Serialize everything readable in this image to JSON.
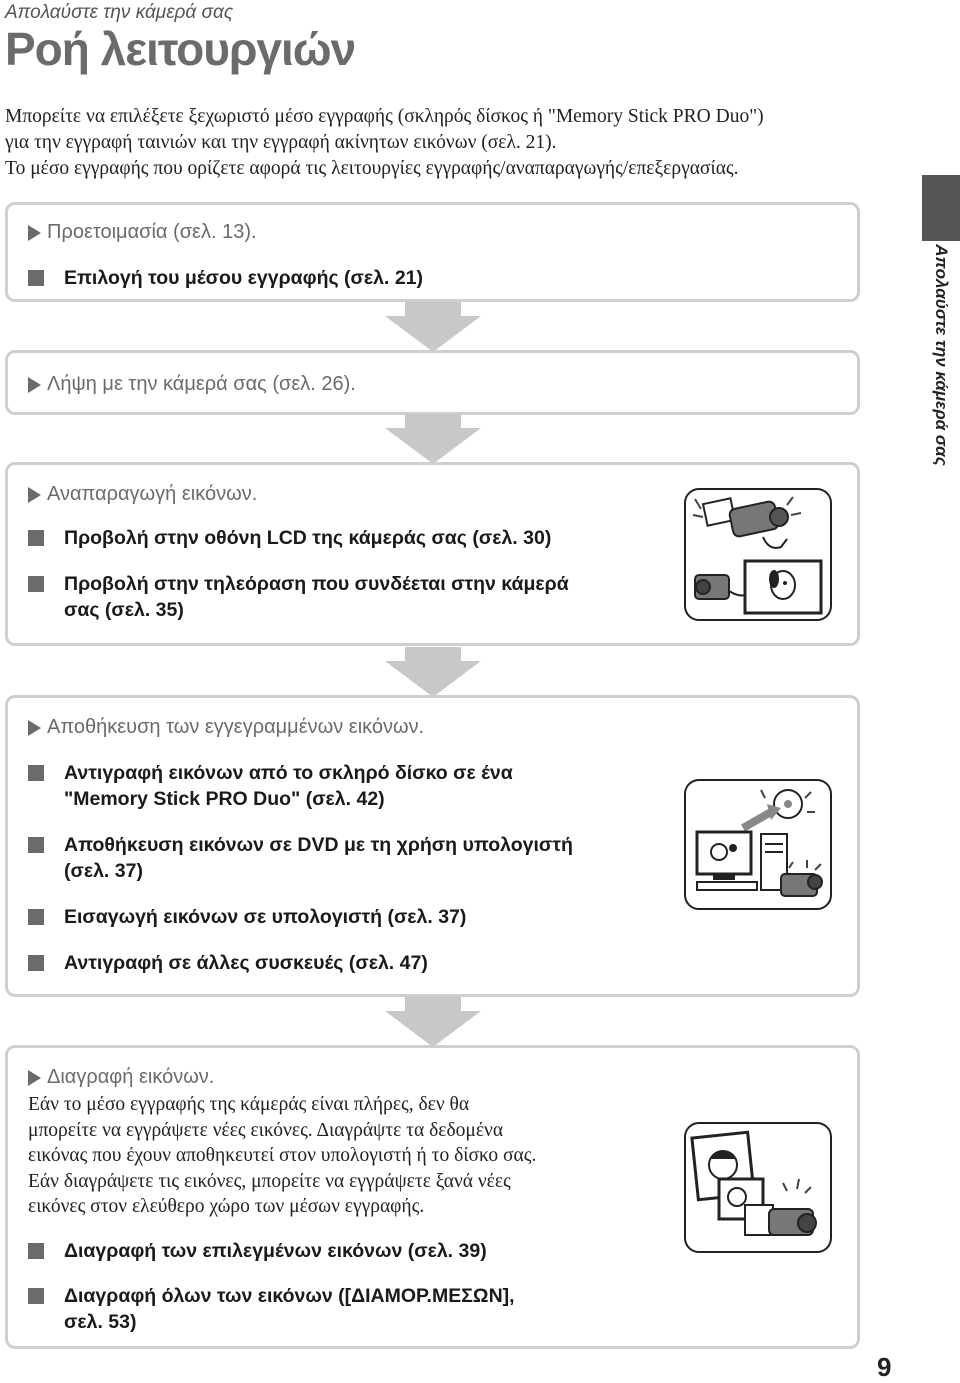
{
  "section": "Απολαύστε την κάμερά σας",
  "title": "Ροή λειτουργιών",
  "intro": [
    "Μπορείτε να επιλέξετε ξεχωριστό μέσο εγγραφής (σκληρός δίσκος ή \"Memory Stick PRO Duo\")",
    "για την εγγραφή ταινιών και την εγγραφή ακίνητων εικόνων (σελ. 21).",
    "Το μέσο εγγραφής που ορίζετε αφορά τις λειτουργίες εγγραφής/αναπαραγωγής/επεξεργασίας."
  ],
  "side_label": "Απολαύστε την κάμερά σας",
  "steps": {
    "prepare": {
      "heading": "Προετοιμασία (σελ. 13).",
      "items": [
        "Επιλογή του μέσου εγγραφής (σελ. 21)"
      ]
    },
    "shoot": {
      "heading": "Λήψη με την κάμερά σας (σελ. 26)."
    },
    "play": {
      "heading": "Αναπαραγωγή εικόνων.",
      "items": [
        [
          "Προβολή στην οθόνη LCD της κάμεράς σας (σελ. 30)"
        ],
        [
          "Προβολή στην τηλεόραση που συνδέεται στην κάμερά",
          "σας (σελ. 35)"
        ]
      ]
    },
    "save": {
      "heading": "Αποθήκευση των εγγεγραμμένων εικόνων.",
      "items": [
        [
          "Αντιγραφή εικόνων από το σκληρό δίσκο σε ένα",
          "\"Memory Stick PRO Duo\" (σελ. 42)"
        ],
        [
          "Αποθήκευση εικόνων σε DVD με τη χρήση υπολογιστή",
          "(σελ. 37)"
        ],
        [
          "Εισαγωγή εικόνων σε υπολογιστή (σελ. 37)"
        ],
        [
          "Αντιγραφή σε άλλες συσκευές (σελ. 47)"
        ]
      ]
    },
    "delete": {
      "heading": "Διαγραφή εικόνων.",
      "body": [
        "Εάν το μέσο εγγραφής της κάμεράς είναι πλήρες, δεν θα",
        "μπορείτε να εγγράψετε νέες εικόνες. Διαγράψτε τα δεδομένα",
        "εικόνας που έχουν αποθηκευτεί στον υπολογιστή ή το δίσκο σας.",
        "Εάν διαγράψετε τις εικόνες, μπορείτε να εγγράψετε ξανά νέες",
        "εικόνες στον ελεύθερο χώρο των μέσων εγγραφής."
      ],
      "items": [
        [
          "Διαγραφή των επιλεγμένων εικόνων (σελ. 39)"
        ],
        [
          "Διαγραφή όλων των εικόνων ([ΔΙΑΜΟΡ.ΜΕΣΩΝ],",
          "σελ. 53)"
        ]
      ]
    }
  },
  "page_number": "9",
  "colors": {
    "heading_gray": "#6b6b6b",
    "border": "#cfcfcf",
    "arrow": "#c8c8c8",
    "tab": "#555555"
  }
}
